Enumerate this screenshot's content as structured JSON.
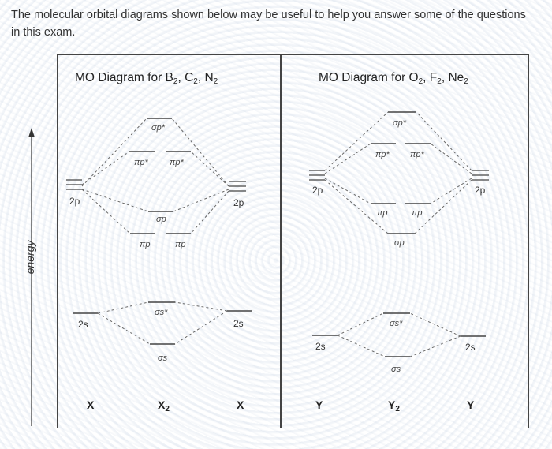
{
  "intro_text": "The molecular orbital diagrams shown below may be useful to help you answer some of the questions in this exam.",
  "y_axis_label": "energy",
  "left_panel": {
    "title_prefix": "MO Diagram for B",
    "sub1": "2",
    "sep1": ", C",
    "sub2": "2",
    "sep2": ", N",
    "sub3": "2",
    "left_2p": "2p",
    "right_2p": "2p",
    "left_2s": "2s",
    "right_2s": "2s",
    "sigma_p_star": "σp*",
    "pi_p_star_1": "πp*",
    "pi_p_star_2": "πp*",
    "sigma_p": "σp",
    "pi_p_1": "πp",
    "pi_p_2": "πp",
    "sigma_s_star": "σs*",
    "sigma_s": "σs",
    "atom_left": "X",
    "molecule": "X",
    "molecule_sub": "2",
    "atom_right": "X"
  },
  "right_panel": {
    "title_prefix": "MO Diagram for O",
    "sub1": "2",
    "sep1": ", F",
    "sub2": "2",
    "sep2": ", Ne",
    "sub3": "2",
    "left_2p": "2p",
    "right_2p": "2p",
    "left_2s": "2s",
    "right_2s": "2s",
    "sigma_p_star": "σp*",
    "pi_p_star_1": "πp*",
    "pi_p_star_2": "πp*",
    "pi_p_1": "πp",
    "pi_p_2": "πp",
    "sigma_p": "σp",
    "sigma_s_star": "σs*",
    "sigma_s": "σs",
    "atom_left": "Y",
    "molecule": "Y",
    "molecule_sub": "2",
    "atom_right": "Y"
  }
}
